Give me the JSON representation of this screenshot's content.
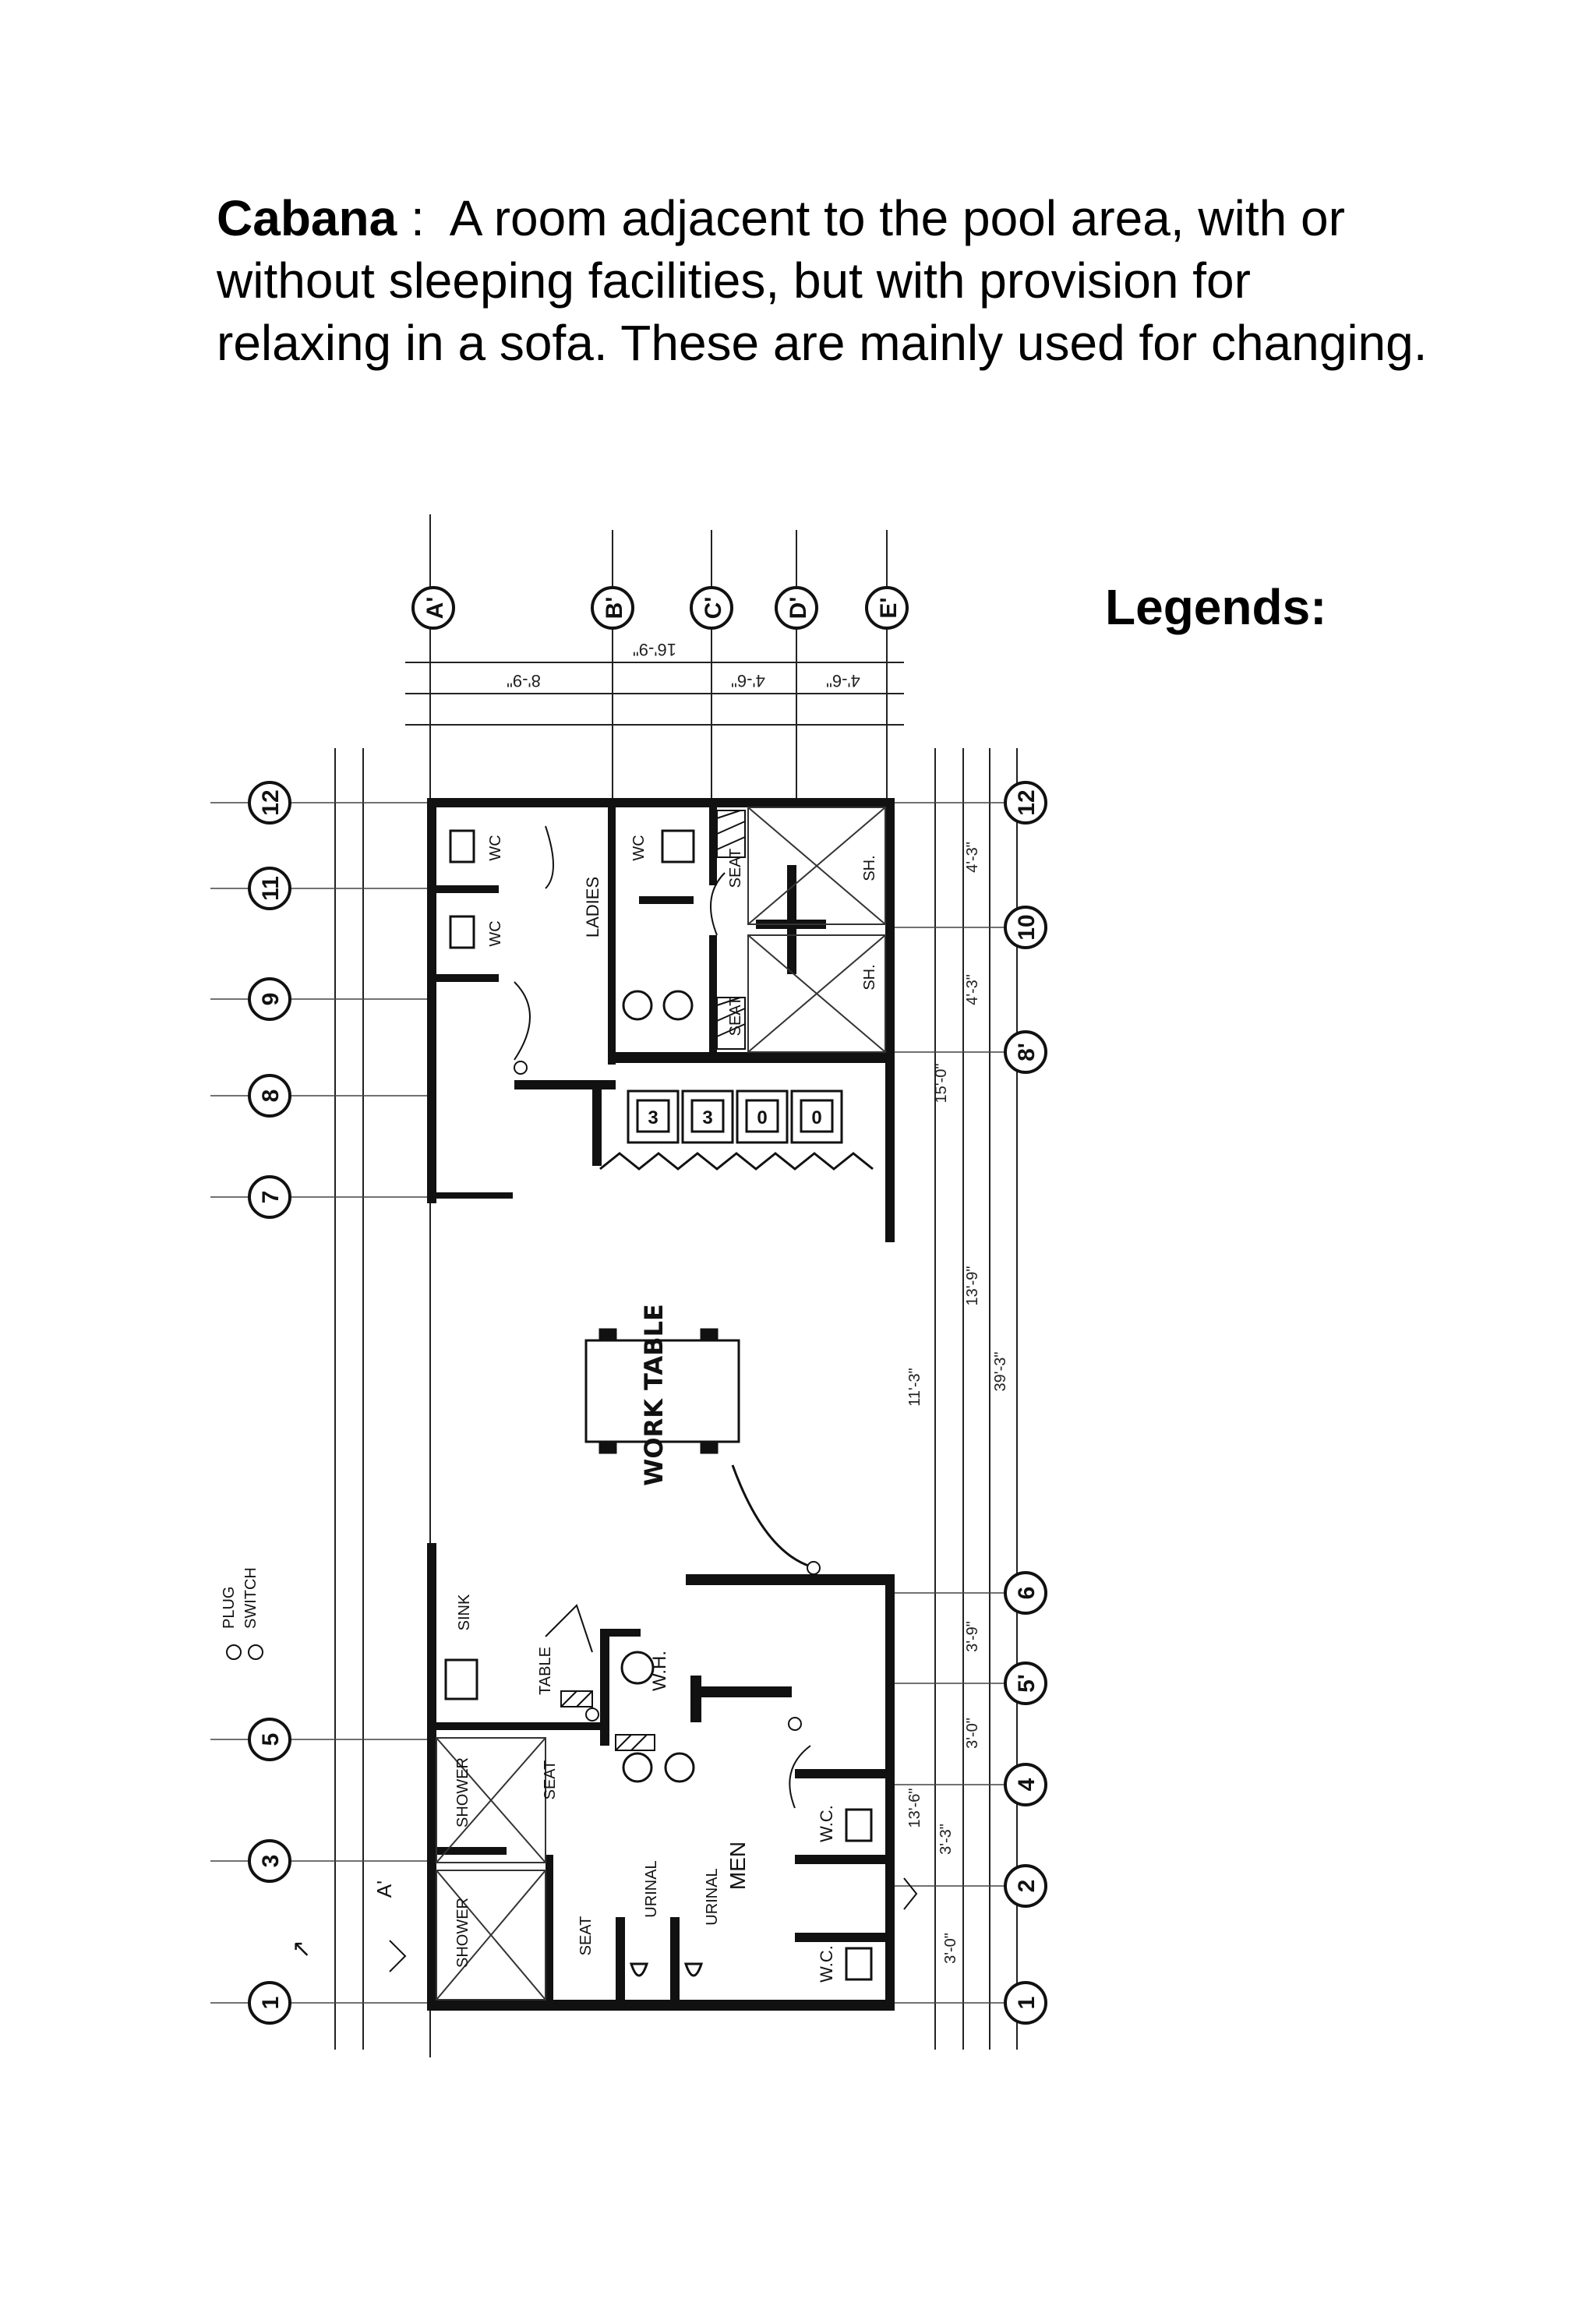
{
  "intro": {
    "term": "Cabana",
    "separator": " :  ",
    "definition": "A room adjacent to the pool area, with or without sleeping facilities, but with provision for relaxing in a sofa. These are mainly used for changing."
  },
  "legend_heading": "Legends:",
  "plan": {
    "grid_top": [
      "A'",
      "B'",
      "C'",
      "D'",
      "E'"
    ],
    "grid_left": [
      "12",
      "11",
      "9",
      "8",
      "7",
      "5",
      "3",
      "1"
    ],
    "grid_right": [
      "12",
      "10",
      "8'",
      "6",
      "5'",
      "4",
      "2",
      "1"
    ],
    "dims_top": [
      "8'-9\"",
      "16'-9\"",
      "4'-6\"",
      "4'-6\""
    ],
    "dims_right": [
      "4'-3\"",
      "4'-3\"",
      "15'-0\"",
      "13'-9\"",
      "39'-3\"",
      "11'-3\"",
      "3'-9\"",
      "3'-0\"",
      "13'-6\"",
      "3'-3\"",
      "3'-0\""
    ],
    "rooms": {
      "ladies": "LADIES",
      "men": "MEN",
      "wc": "WC",
      "wc_men": "W.C.",
      "sh": "SH.",
      "seat": "SEAT",
      "shower": "SHOWER",
      "sink": "SINK",
      "table": "TABLE",
      "wh": "W.H.",
      "urinal": "URINAL",
      "work_table": "WORK TABLE"
    },
    "lockers": [
      "3",
      "3",
      "0",
      "0"
    ],
    "plug_legend": "PLUG",
    "switch_legend": "SWITCH",
    "section_mark": "A'"
  }
}
